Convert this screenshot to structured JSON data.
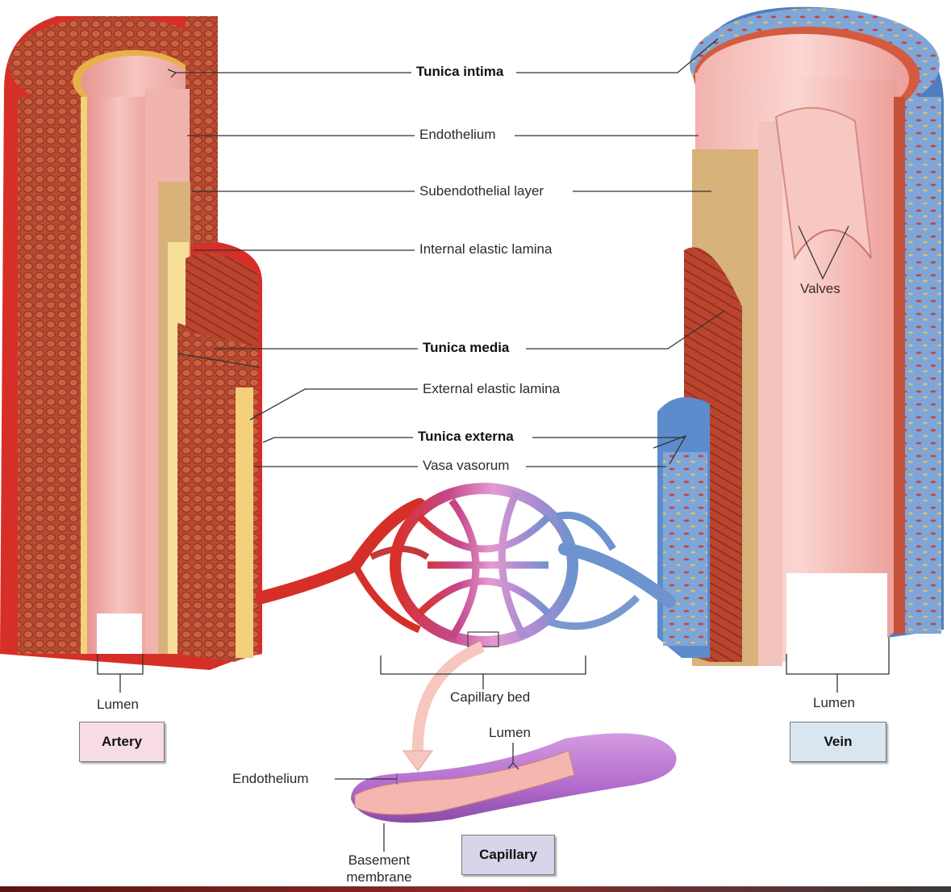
{
  "labels": {
    "tunica_intima": "Tunica intima",
    "endothelium": "Endothelium",
    "subendothelial_layer": "Subendothelial layer",
    "internal_elastic_lamina": "Internal elastic lamina",
    "valves": "Valves",
    "tunica_media": "Tunica media",
    "external_elastic_lamina": "External elastic lamina",
    "tunica_externa": "Tunica externa",
    "vasa_vasorum": "Vasa vasorum",
    "lumen_artery": "Lumen",
    "lumen_vein": "Lumen",
    "capillary_bed": "Capillary bed",
    "lumen_capillary": "Lumen",
    "endothelium_capillary": "Endothelium",
    "basement_membrane": "Basement membrane"
  },
  "boxes": {
    "artery": "Artery",
    "vein": "Vein",
    "capillary": "Capillary"
  },
  "colors": {
    "artery_box": "#f7dbe6",
    "vein_box": "#d9e6ef",
    "capillary_box": "#d9d4ea",
    "arterial_red": "#d8322a",
    "venous_blue": "#5a86c4",
    "muscle_red": "#b8452f",
    "intima_pink": "#f0a9a4",
    "elastic_yellow": "#f2d27a"
  }
}
